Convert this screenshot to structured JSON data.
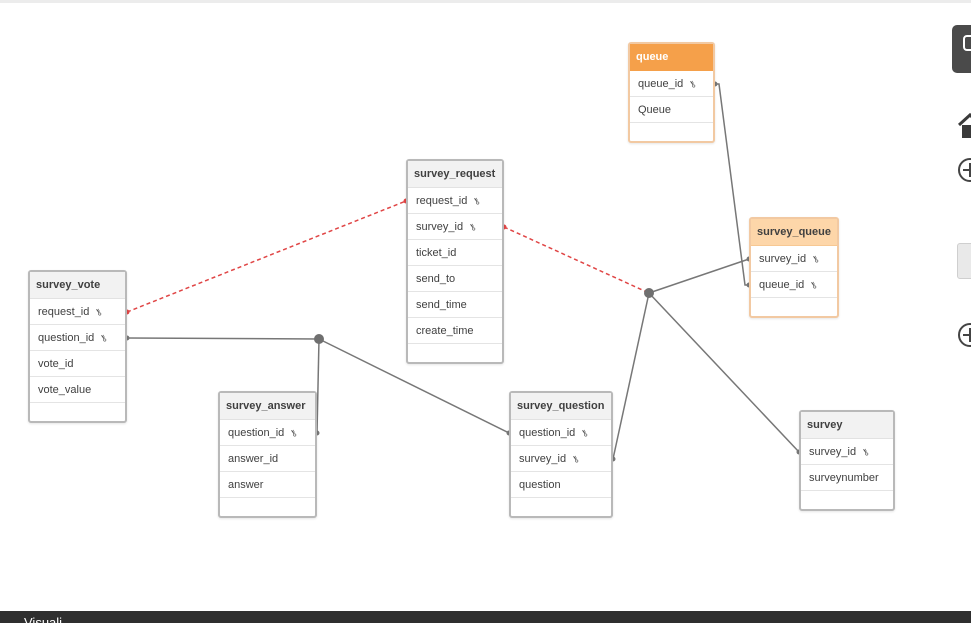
{
  "tables": {
    "queue": {
      "name": "queue",
      "fields": [
        {
          "name": "queue_id",
          "key": true
        },
        {
          "name": "Queue",
          "key": false
        }
      ]
    },
    "survey_request": {
      "name": "survey_request",
      "fields": [
        {
          "name": "request_id",
          "key": true
        },
        {
          "name": "survey_id",
          "key": true
        },
        {
          "name": "ticket_id",
          "key": false
        },
        {
          "name": "send_to",
          "key": false
        },
        {
          "name": "send_time",
          "key": false
        },
        {
          "name": "create_time",
          "key": false
        }
      ]
    },
    "survey_queue": {
      "name": "survey_queue",
      "fields": [
        {
          "name": "survey_id",
          "key": true
        },
        {
          "name": "queue_id",
          "key": true
        }
      ]
    },
    "survey_vote": {
      "name": "survey_vote",
      "fields": [
        {
          "name": "request_id",
          "key": true
        },
        {
          "name": "question_id",
          "key": true
        },
        {
          "name": "vote_id",
          "key": false
        },
        {
          "name": "vote_value",
          "key": false
        }
      ]
    },
    "survey_answer": {
      "name": "survey_answer",
      "fields": [
        {
          "name": "question_id",
          "key": true
        },
        {
          "name": "answer_id",
          "key": false
        },
        {
          "name": "answer",
          "key": false
        }
      ]
    },
    "survey_question": {
      "name": "survey_question",
      "fields": [
        {
          "name": "question_id",
          "key": true
        },
        {
          "name": "survey_id",
          "key": true
        },
        {
          "name": "question",
          "key": false
        }
      ]
    },
    "survey": {
      "name": "survey",
      "fields": [
        {
          "name": "survey_id",
          "key": true
        },
        {
          "name": "surveynumber",
          "key": false
        }
      ]
    }
  },
  "links": [
    {
      "from": "survey_vote.request_id",
      "to": "survey_request.request_id",
      "style": "dashed",
      "color": "#e04545"
    },
    {
      "from": "survey_request.survey_id",
      "to": "survey_id-hub",
      "style": "dashed",
      "color": "#e04545"
    },
    {
      "from": "survey_vote.question_id",
      "to": "question_id-hub",
      "style": "solid",
      "color": "#777777"
    },
    {
      "from": "survey_answer.question_id",
      "to": "question_id-hub",
      "style": "solid",
      "color": "#777777"
    },
    {
      "from": "survey_question.question_id",
      "to": "question_id-hub",
      "style": "solid",
      "color": "#777777"
    },
    {
      "from": "survey_question.survey_id",
      "to": "survey_id-hub",
      "style": "solid",
      "color": "#777777"
    },
    {
      "from": "survey_queue.survey_id",
      "to": "survey_id-hub",
      "style": "solid",
      "color": "#777777"
    },
    {
      "from": "survey.survey_id",
      "to": "survey_id-hub",
      "style": "solid",
      "color": "#777777"
    },
    {
      "from": "queue.queue_id",
      "to": "survey_queue.queue_id",
      "style": "solid",
      "color": "#777777"
    }
  ],
  "colors": {
    "key_table": "#f5a04a",
    "link_table": "#fdd6a9",
    "synthetic_link": "#e04545",
    "link": "#777777"
  },
  "icons": {
    "key": "key-icon",
    "home": "home-icon",
    "zoom": "plus-circle-icon"
  },
  "footer": {
    "label": "Visuali"
  }
}
